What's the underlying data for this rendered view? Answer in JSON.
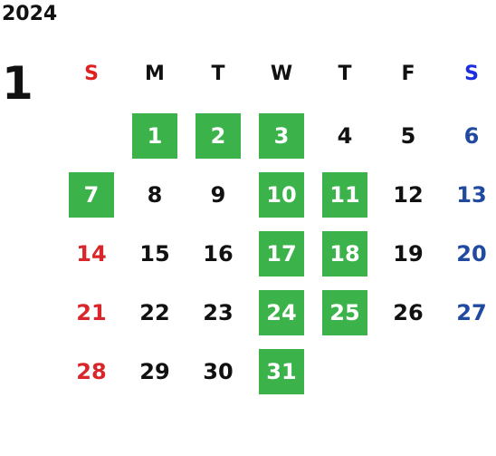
{
  "calendar": {
    "year": "2024",
    "month": "1",
    "colors": {
      "weekday": "#111111",
      "sunday_header": "#e02020",
      "saturday_header": "#1a2ee0",
      "sunday": "#d9262b",
      "saturday": "#1f4aa0",
      "highlight_bg": "#3bb34a",
      "highlight_text": "#ffffff"
    },
    "weekdays": [
      "S",
      "M",
      "T",
      "W",
      "T",
      "F",
      "S"
    ],
    "weeks": [
      [
        null,
        {
          "d": "1",
          "hl": true
        },
        {
          "d": "2",
          "hl": true
        },
        {
          "d": "3",
          "hl": true
        },
        {
          "d": "4",
          "hl": false
        },
        {
          "d": "5",
          "hl": false
        },
        {
          "d": "6",
          "hl": false
        }
      ],
      [
        {
          "d": "7",
          "hl": true
        },
        {
          "d": "8",
          "hl": false
        },
        {
          "d": "9",
          "hl": false
        },
        {
          "d": "10",
          "hl": true
        },
        {
          "d": "11",
          "hl": true
        },
        {
          "d": "12",
          "hl": false
        },
        {
          "d": "13",
          "hl": false
        }
      ],
      [
        {
          "d": "14",
          "hl": false
        },
        {
          "d": "15",
          "hl": false
        },
        {
          "d": "16",
          "hl": false
        },
        {
          "d": "17",
          "hl": true
        },
        {
          "d": "18",
          "hl": true
        },
        {
          "d": "19",
          "hl": false
        },
        {
          "d": "20",
          "hl": false
        }
      ],
      [
        {
          "d": "21",
          "hl": false
        },
        {
          "d": "22",
          "hl": false
        },
        {
          "d": "23",
          "hl": false
        },
        {
          "d": "24",
          "hl": true
        },
        {
          "d": "25",
          "hl": true
        },
        {
          "d": "26",
          "hl": false
        },
        {
          "d": "27",
          "hl": false
        }
      ],
      [
        {
          "d": "28",
          "hl": false
        },
        {
          "d": "29",
          "hl": false
        },
        {
          "d": "30",
          "hl": false
        },
        {
          "d": "31",
          "hl": true
        },
        null,
        null,
        null
      ]
    ]
  }
}
